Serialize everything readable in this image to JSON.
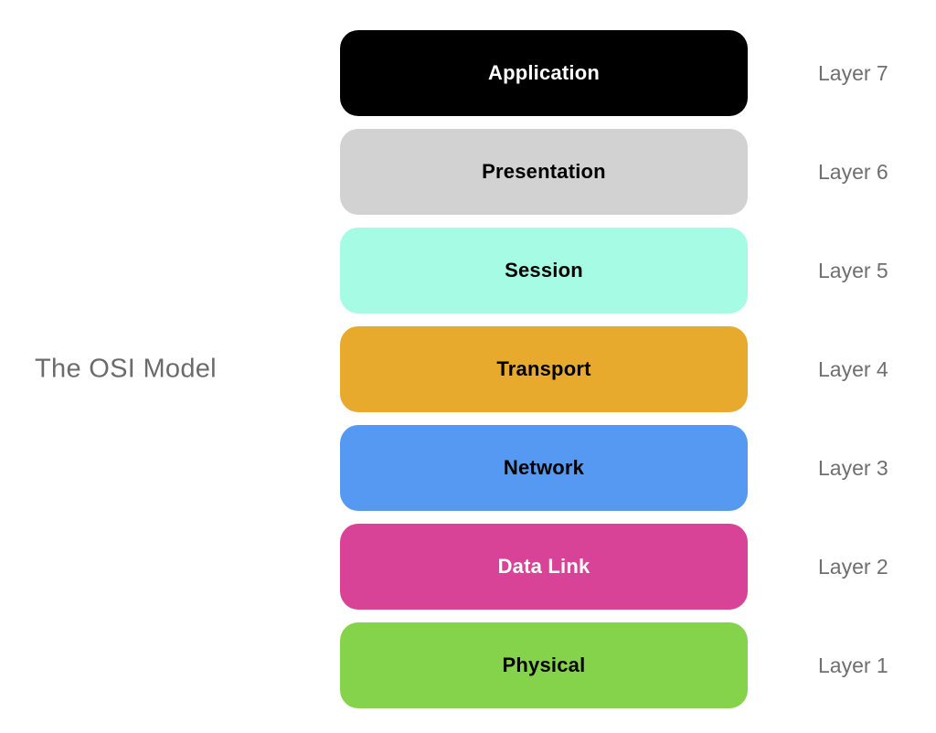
{
  "title": "The OSI Model",
  "colors": {
    "background": "#ffffff",
    "title_text": "#6b6b6b",
    "layer_label_text": "#6f6f6f"
  },
  "layers": [
    {
      "name": "Application",
      "layer_label": "Layer 7",
      "bg": "#000000",
      "fg": "#ffffff"
    },
    {
      "name": "Presentation",
      "layer_label": "Layer 6",
      "bg": "#d2d2d2",
      "fg": "#000000"
    },
    {
      "name": "Session",
      "layer_label": "Layer 5",
      "bg": "#a5fbe3",
      "fg": "#000000"
    },
    {
      "name": "Transport",
      "layer_label": "Layer 4",
      "bg": "#e8aa2d",
      "fg": "#000000"
    },
    {
      "name": "Network",
      "layer_label": "Layer 3",
      "bg": "#5599f2",
      "fg": "#000000"
    },
    {
      "name": "Data Link",
      "layer_label": "Layer 2",
      "bg": "#d94397",
      "fg": "#ffffff"
    },
    {
      "name": "Physical",
      "layer_label": "Layer 1",
      "bg": "#85d34a",
      "fg": "#000000"
    }
  ]
}
